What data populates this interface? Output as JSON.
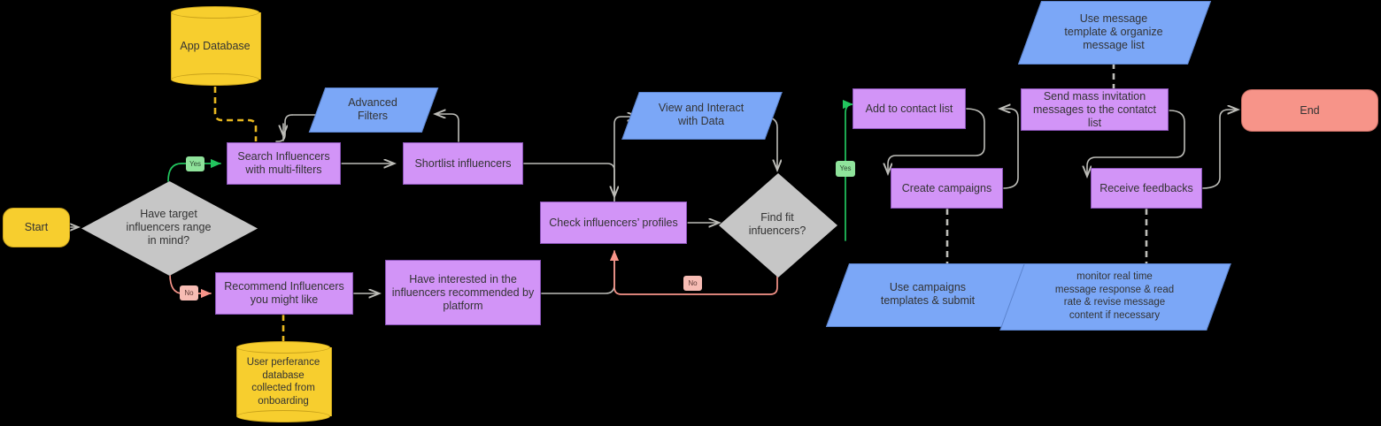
{
  "diagram": {
    "title": "Influencer Marketing Platform Flowchart",
    "background": "#000000",
    "colors": {
      "process": "#D294F7",
      "decision": "#C6C6C6",
      "data": "#7BA7F7",
      "database": "#F7CE2E",
      "start": "#F7CE2E",
      "end": "#F79489",
      "yes_label": "#8FE39B",
      "no_label": "#F7BCB4",
      "edge_default": "#BDBDB8",
      "edge_yes": "#22C55E",
      "edge_no": "#F79489",
      "edge_db": "#E8B820"
    }
  },
  "nodes": {
    "start": {
      "label": "Start",
      "type": "terminator"
    },
    "app_database": {
      "label": "App Database",
      "type": "database"
    },
    "have_target": {
      "label": "Have target\ninfluencers range\nin mind?",
      "type": "decision"
    },
    "search_influencers": {
      "label": "Search Influencers\nwith multi-filters",
      "type": "process"
    },
    "advanced_filters": {
      "label": "Advanced\nFilters",
      "type": "data"
    },
    "shortlist": {
      "label": "Shortlist influencers",
      "type": "process"
    },
    "recommend": {
      "label": "Recommend Influencers\nyou might like",
      "type": "process"
    },
    "user_pref_db": {
      "label": "User perferance\ndatabase\ncollected from\nonboarding",
      "type": "database"
    },
    "have_interested": {
      "label": "Have interested in the\ninfluencers recommended by\nplatform",
      "type": "process"
    },
    "check_profiles": {
      "label": "Check influencers’ profiles",
      "type": "process"
    },
    "view_interact": {
      "label": "View and Interact\nwith Data",
      "type": "data"
    },
    "find_fit": {
      "label": "Find fit\ninfuencers?",
      "type": "decision"
    },
    "add_contact": {
      "label": "Add to contact list",
      "type": "process"
    },
    "create_campaigns": {
      "label": "Create campaigns",
      "type": "process"
    },
    "use_campaign_templates": {
      "label": "Use campaigns\ntemplates & submit",
      "type": "data"
    },
    "use_message_template": {
      "label": "Use message\ntemplate & organize\nmessage list",
      "type": "data"
    },
    "send_mass": {
      "label": "Send mass invitation\nmessages to the contatct list",
      "type": "process"
    },
    "receive_feedbacks": {
      "label": "Receive feedbacks",
      "type": "process"
    },
    "monitor": {
      "label": "monitor  real time\nmessage response & read\nrate & revise message\ncontent if necessary",
      "type": "data"
    },
    "end": {
      "label": "End",
      "type": "terminator"
    }
  },
  "edge_labels": {
    "yes_target": "Yes",
    "no_target": "No",
    "yes_fit": "Yes",
    "no_fit": "No"
  }
}
